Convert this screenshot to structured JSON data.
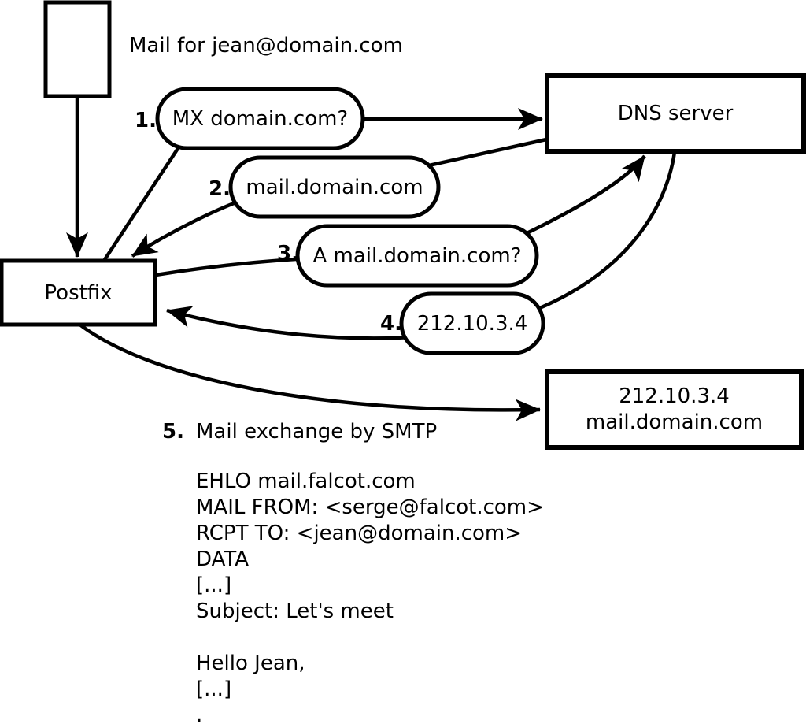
{
  "diagram": {
    "title_note": "Mail for jean@domain.com",
    "nodes": {
      "postfix": "Postfix",
      "dns_server": "DNS server",
      "mail_server_ip": "212.10.3.4",
      "mail_server_host": "mail.domain.com"
    },
    "steps": [
      {
        "num": "1.",
        "label": "MX domain.com?"
      },
      {
        "num": "2.",
        "label": "mail.domain.com"
      },
      {
        "num": "3.",
        "label": "A mail.domain.com?"
      },
      {
        "num": "4.",
        "label": "212.10.3.4"
      },
      {
        "num": "5.",
        "label": "Mail exchange by SMTP"
      }
    ],
    "smtp_session": "EHLO mail.falcot.com\nMAIL FROM: <serge@falcot.com>\nRCPT TO: <jean@domain.com>\nDATA\n[...]\nSubject: Let's meet\n\nHello Jean,\n[...]\n.",
    "colors": {
      "stroke": "#000000",
      "fill": "#ffffff"
    }
  }
}
